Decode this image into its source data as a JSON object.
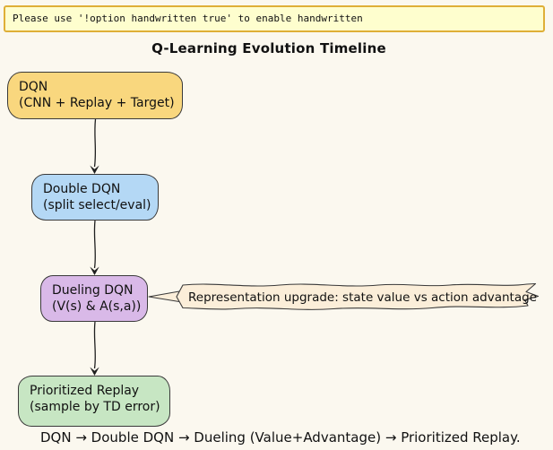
{
  "banner": {
    "text": "Please use '!option handwritten true' to enable handwritten"
  },
  "title": "Q-Learning Evolution Timeline",
  "diagram": {
    "nodes": [
      {
        "id": "dqn",
        "line1": "DQN",
        "line2": "(CNN + Replay + Target)",
        "fill": "#F9D77E"
      },
      {
        "id": "double-dqn",
        "line1": "Double DQN",
        "line2": "(split select/eval)",
        "fill": "#B4D8F5"
      },
      {
        "id": "dueling-dqn",
        "line1": "Dueling DQN",
        "line2": "(V(s) & A(s,a))",
        "fill": "#D9B9E8"
      },
      {
        "id": "prioritized-replay",
        "line1": "Prioritized Replay",
        "line2": "(sample by TD error)",
        "fill": "#C7E6C3"
      }
    ],
    "edges": [
      {
        "from": "dqn",
        "to": "double-dqn"
      },
      {
        "from": "double-dqn",
        "to": "dueling-dqn"
      },
      {
        "from": "dueling-dqn",
        "to": "prioritized-replay"
      }
    ],
    "note": {
      "attached_to": "dueling-dqn",
      "text": "Representation upgrade: state value vs action advantage",
      "fill": "#FBEED9"
    }
  },
  "caption": "DQN → Double DQN → Dueling (Value+Advantage) → Prioritized Replay.",
  "colors": {
    "background": "#FBF8EF",
    "banner_fill": "#FEFECE",
    "banner_border": "#DFAF37",
    "node_border": "#3A3A3A",
    "arrow": "#1F1F1F",
    "text": "#111111"
  }
}
